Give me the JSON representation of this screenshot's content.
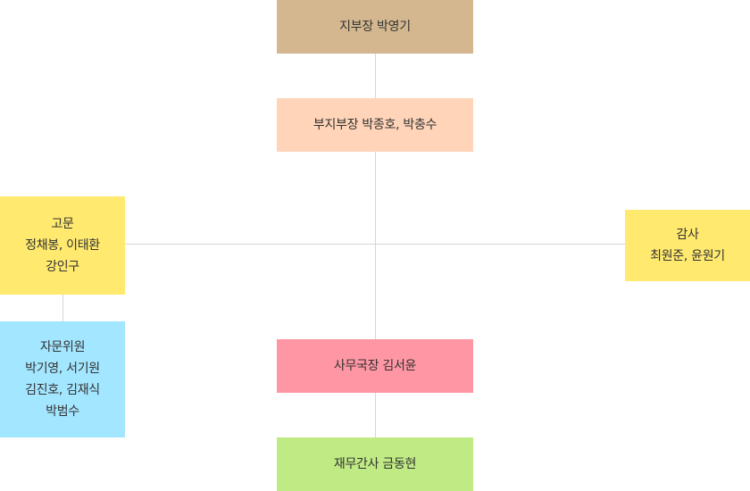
{
  "org_chart": {
    "branch_head": {
      "lines": [
        "지부장  박영기"
      ],
      "color": "#d4b78f"
    },
    "deputy_heads": {
      "lines": [
        "부지부장  박종호, 박충수"
      ],
      "color": "#ffd4b8"
    },
    "advisors": {
      "lines": [
        "고문",
        "정채봉, 이태환",
        "강인구"
      ],
      "color": "#ffe96e"
    },
    "auditors": {
      "lines": [
        "감사",
        "최원준, 윤원기"
      ],
      "color": "#ffe96e"
    },
    "advisory_members": {
      "lines": [
        "자문위원",
        "박기영, 서기원",
        "김진호, 김재식",
        "박범수"
      ],
      "color": "#a3e6ff"
    },
    "secretary_general": {
      "lines": [
        "사무국장  김서윤"
      ],
      "color": "#ff96a3"
    },
    "treasurer": {
      "lines": [
        "재무간사  금동현"
      ],
      "color": "#bfea84"
    },
    "connector_color": "#d6d6d6"
  }
}
